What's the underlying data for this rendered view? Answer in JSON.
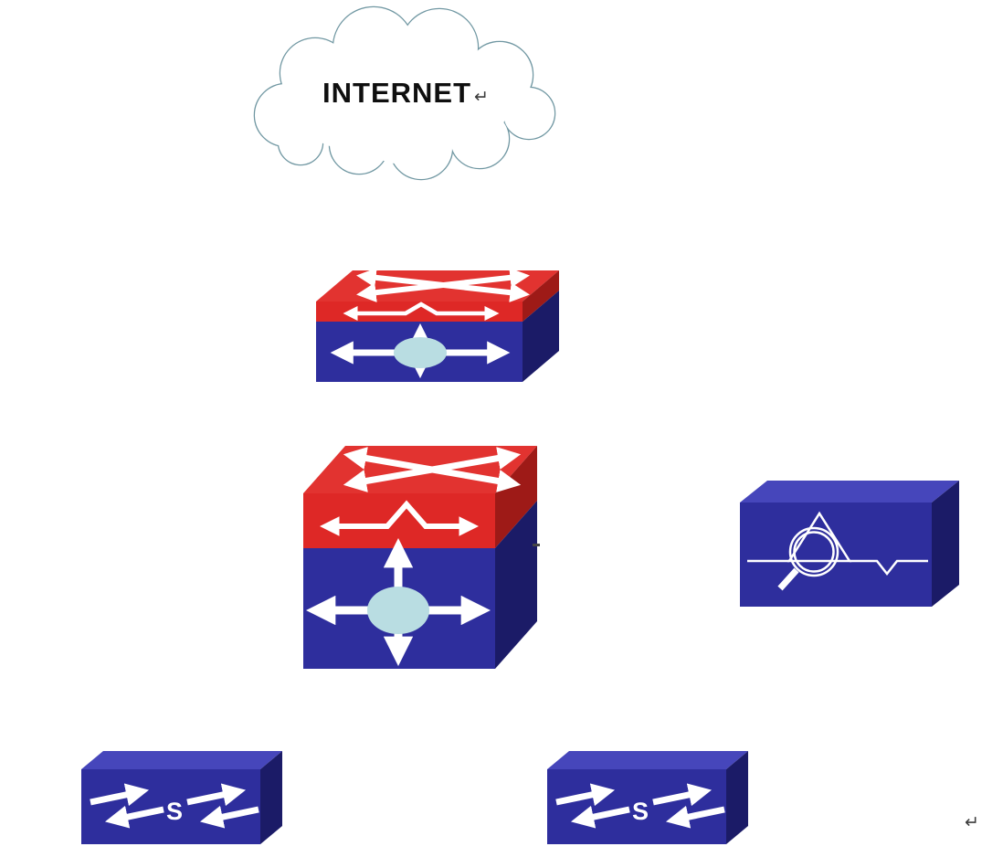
{
  "diagram": {
    "kind": "network-topology",
    "nodes": [
      {
        "id": "internet-cloud",
        "type": "cloud",
        "label": "INTERNET"
      },
      {
        "id": "router-l3-switch-small",
        "type": "layer3-device",
        "label": ""
      },
      {
        "id": "core-l3-switch",
        "type": "layer3-device",
        "label": ""
      },
      {
        "id": "traffic-analyzer-server",
        "type": "monitor-device",
        "label": ""
      },
      {
        "id": "layer2-switch-left",
        "type": "layer2-switch",
        "label": "S"
      },
      {
        "id": "layer2-switch-right",
        "type": "layer2-switch",
        "label": "S"
      }
    ],
    "paragraph_mark_after_title": "↵",
    "trailing_paragraph_mark": "↵"
  },
  "colors": {
    "cloud_outline": "#7097a2",
    "device_red": "#de2826",
    "device_red_top": "#e23330",
    "device_red_dark": "#9e1a17",
    "device_blue": "#2e2e9d",
    "device_blue_top": "#4646bb",
    "device_blue_dark": "#1b1b67",
    "ellipse_cyan": "#b9dde2",
    "arrow_white": "#ffffff"
  }
}
